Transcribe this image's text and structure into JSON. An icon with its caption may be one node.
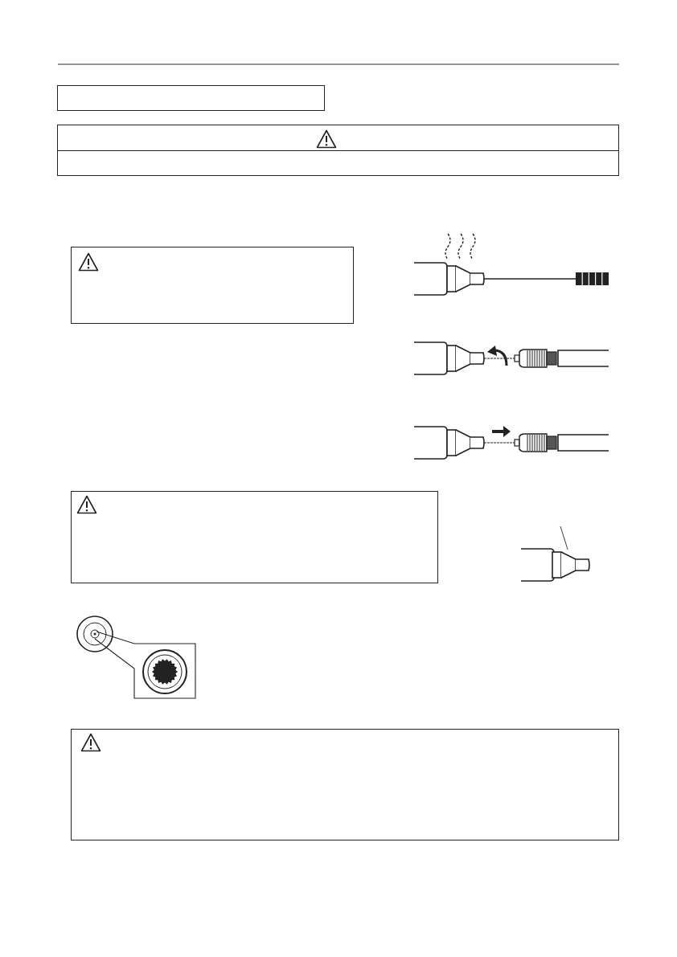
{
  "diagram": {
    "nodes": [
      {
        "text": [],
        "shape": "box"
      },
      {
        "text": [],
        "shape": "box"
      },
      {
        "text": [],
        "shape": "box"
      },
      {
        "text": [],
        "shape": "box"
      },
      {
        "text": [],
        "shape": "box"
      },
      {
        "text": [],
        "shape": "picture"
      }
    ],
    "edges": [
      {
        "from": null,
        "to": 5,
        "arrow": "none"
      }
    ]
  }
}
